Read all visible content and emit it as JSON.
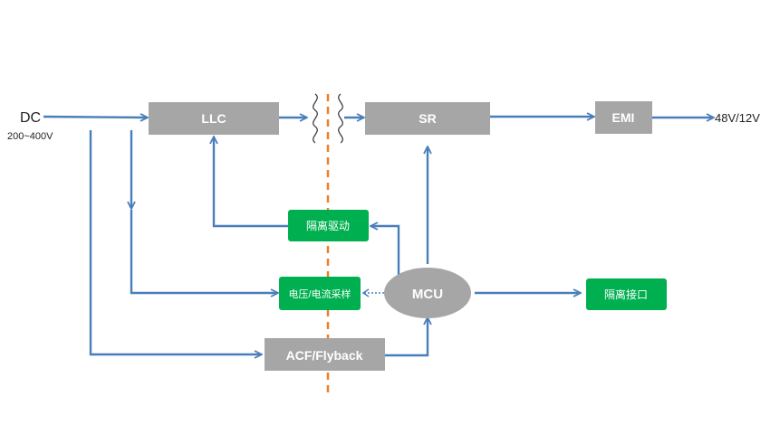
{
  "colors": {
    "wire": "#4a7ebb",
    "gray_block": "#a6a6a6",
    "green_block": "#00b050",
    "isolation_line": "#f07f2a"
  },
  "input": {
    "label": "DC",
    "range": "200~400V"
  },
  "output": {
    "label": "48V/12V"
  },
  "blocks": {
    "llc": "LLC",
    "sr": "SR",
    "emi": "EMI",
    "isolated_drive": "隔离驱动",
    "sampling": "电压/电流采样",
    "mcu": "MCU",
    "isolated_interface": "隔离接口",
    "acf_flyback": "ACF/Flyback"
  },
  "icons": {
    "transformer": "transformer-icon"
  }
}
